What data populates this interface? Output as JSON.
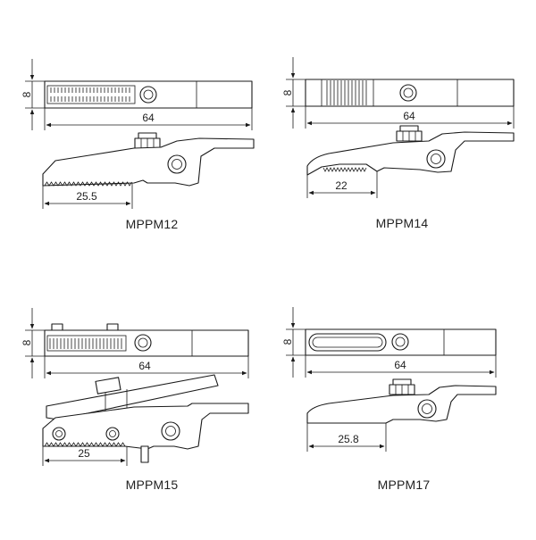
{
  "panels": [
    {
      "id": "mppm12",
      "name": "MPPM12",
      "height_dim": "8",
      "length_dim": "64",
      "jaw_dim": "25.5"
    },
    {
      "id": "mppm14",
      "name": "MPPM14",
      "height_dim": "8",
      "length_dim": "64",
      "jaw_dim": "22"
    },
    {
      "id": "mppm15",
      "name": "MPPM15",
      "height_dim": "8",
      "length_dim": "64",
      "jaw_dim": "25"
    },
    {
      "id": "mppm17",
      "name": "MPPM17",
      "height_dim": "8",
      "length_dim": "64",
      "jaw_dim": "25.8"
    }
  ]
}
